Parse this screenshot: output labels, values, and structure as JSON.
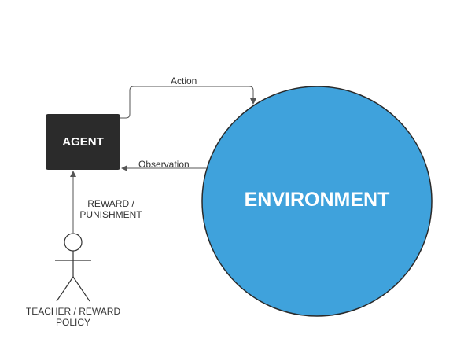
{
  "agent": {
    "label": "AGENT",
    "fill_color": "#2b2b2b"
  },
  "environment": {
    "label": "ENVIRONMENT",
    "fill_color": "#3fa2dc",
    "stroke_color": "#2a2a2a"
  },
  "edges": {
    "action_label": "Action",
    "observation_label": "Observation",
    "reward_label_line1": "REWARD /",
    "reward_label_line2": "PUNISHMENT"
  },
  "teacher": {
    "label_line1": "TEACHER / REWARD",
    "label_line2": "POLICY",
    "icon": "stick-figure-icon"
  }
}
